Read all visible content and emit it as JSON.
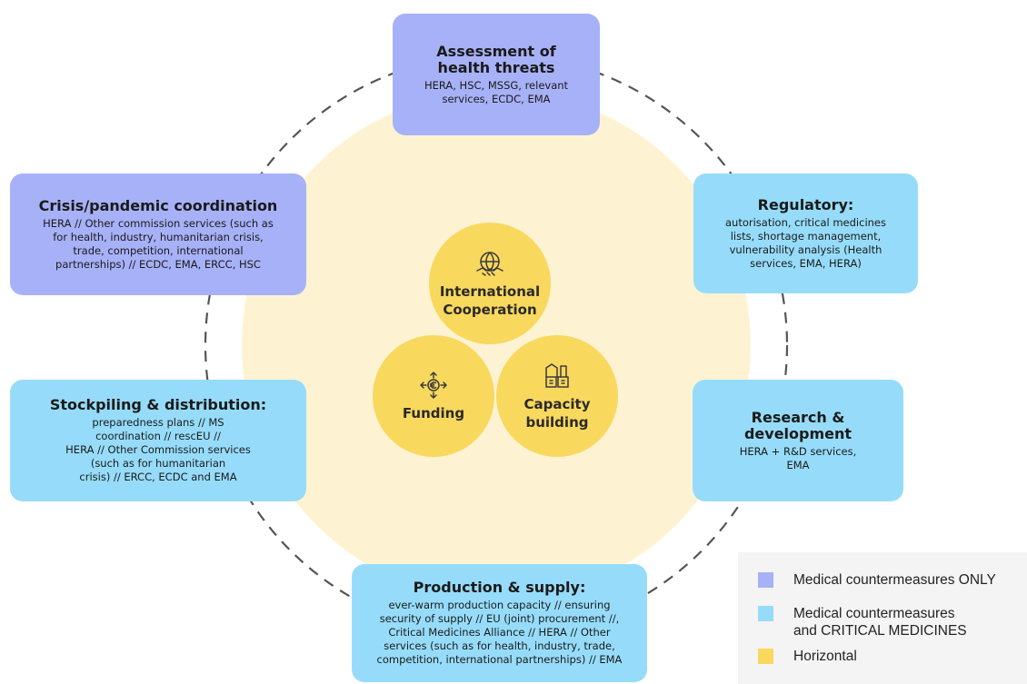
{
  "colors": {
    "medical_countermeasures_only": "#a7b1f7",
    "medical_countermeasures_and_critical_medicines": "#96dcfa",
    "horizontal": "#f9d85e",
    "background_circle": "#fdf3d2",
    "dashed_ring": "#555555"
  },
  "boxes": {
    "assessment": {
      "title": "Assessment of\nhealth threats",
      "text": "HERA, HSC, MSSG, relevant\nservices, ECDC, EMA",
      "category": "medical_countermeasures_only"
    },
    "crisis": {
      "title": "Crisis/pandemic coordination",
      "text": "HERA // Other commission services (such as\nfor health, industry, humanitarian crisis,\ntrade, competition, international\npartnerships) // ECDC, EMA, ERCC, HSC",
      "category": "medical_countermeasures_only"
    },
    "regulatory": {
      "title": "Regulatory:",
      "text": "autorisation, critical medicines\nlists, shortage management,\nvulnerability analysis (Health\nservices, EMA, HERA)",
      "category": "medical_countermeasures_and_critical_medicines"
    },
    "stockpiling": {
      "title": "Stockpiling & distribution:",
      "text": "preparedness plans // MS\ncoordination // rescEU //\nHERA // Other Commission services\n(such as for humanitarian\ncrisis) // ERCC, ECDC and EMA",
      "category": "medical_countermeasures_and_critical_medicines"
    },
    "research": {
      "title": "Research &\ndevelopment",
      "text": "HERA + R&D services,\nEMA",
      "category": "medical_countermeasures_and_critical_medicines"
    },
    "production": {
      "title": "Production & supply:",
      "text": "ever-warm production capacity // ensuring\nsecurity of supply // EU (joint) procurement //,\nCritical Medicines Alliance // HERA // Other\nservices (such as for health, industry, trade,\ncompetition, international partnerships) // EMA",
      "category": "medical_countermeasures_and_critical_medicines"
    }
  },
  "hubs": {
    "international": {
      "label": "International\nCooperation",
      "icon": "handshake-globe-icon"
    },
    "funding": {
      "label": "Funding",
      "icon": "euro-arrows-icon"
    },
    "capacity": {
      "label": "Capacity\nbuilding",
      "icon": "factory-boxes-icon"
    }
  },
  "legend": [
    {
      "label": "Medical countermeasures ONLY",
      "color": "#a7b1f7"
    },
    {
      "label": "Medical countermeasures\nand CRITICAL MEDICINES",
      "color": "#96dcfa"
    },
    {
      "label": "Horizontal",
      "color": "#f9d85e"
    }
  ]
}
